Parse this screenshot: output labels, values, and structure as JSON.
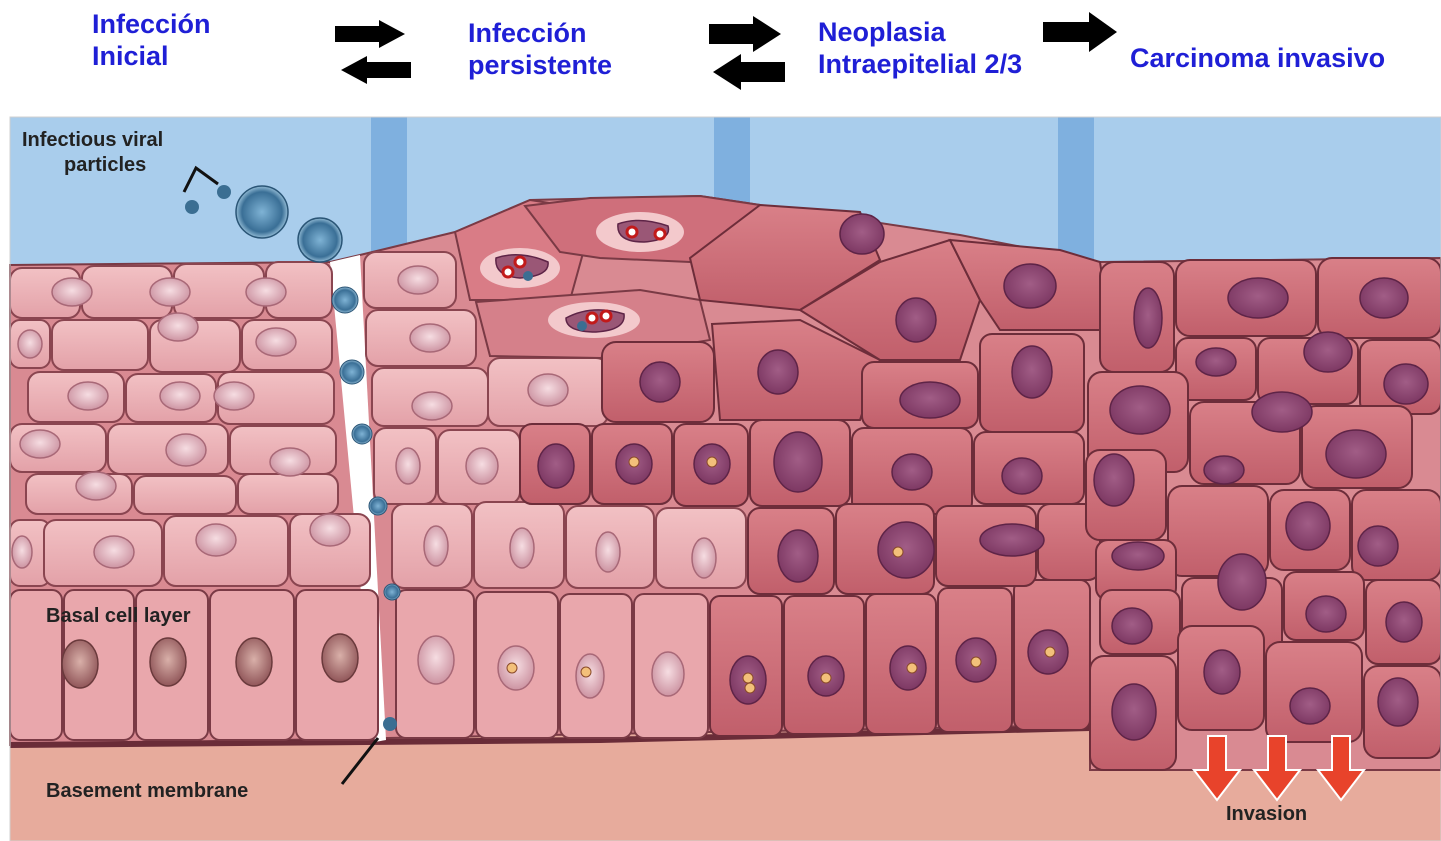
{
  "stages": [
    {
      "line1": "Infección",
      "line2": "Inicial"
    },
    {
      "line1": "Infección",
      "line2": "persistente"
    },
    {
      "line1": "Neoplasia",
      "line2": "Intraepitelial 2/3"
    },
    {
      "line1": "Carcinoma invasivo",
      "line2": ""
    }
  ],
  "labels": {
    "viral_line1": "Infectious viral",
    "viral_line2": "particles",
    "basal": "Basal cell layer",
    "basement": "Basement membrane",
    "invasion": "Invasion"
  },
  "colors": {
    "stage_text": "#1f1fd6",
    "lumen": "#a9cdec",
    "cell_fill": "#e9aab0",
    "cell_dark": "#c9646f",
    "nucleus": "#8e3f6d",
    "stroma": "#e7ab9c",
    "invasion_arrow": "#e8432b"
  }
}
